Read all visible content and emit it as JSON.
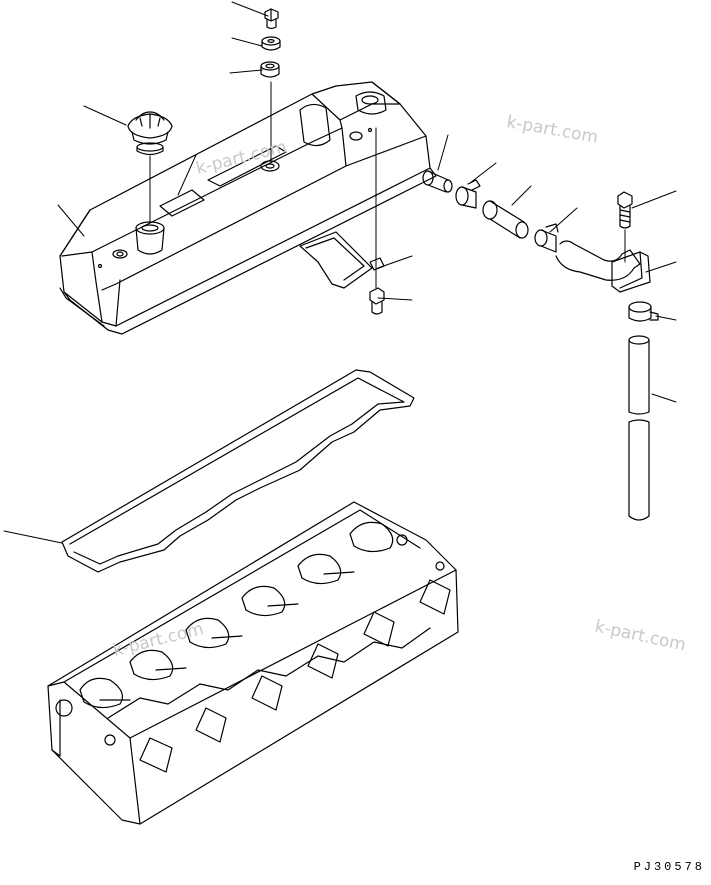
{
  "watermarks": [
    "k-part.com",
    "k-part.com",
    "k-part.com",
    "k-part.com"
  ],
  "drawing_code": "PJ30578",
  "parts": [
    "bolt",
    "washer",
    "grommet",
    "oil-filler-cap",
    "cap-seal",
    "nameplate",
    "head-cover",
    "breather-nipple",
    "hose-clamp",
    "breather-hose",
    "hose-clamp-2",
    "breather-bracket-bolt",
    "breather-pipe-elbow",
    "bracket",
    "bracket-bolt",
    "hose-clamp-3",
    "breather-tube",
    "head-cover-gasket",
    "cylinder-head"
  ]
}
